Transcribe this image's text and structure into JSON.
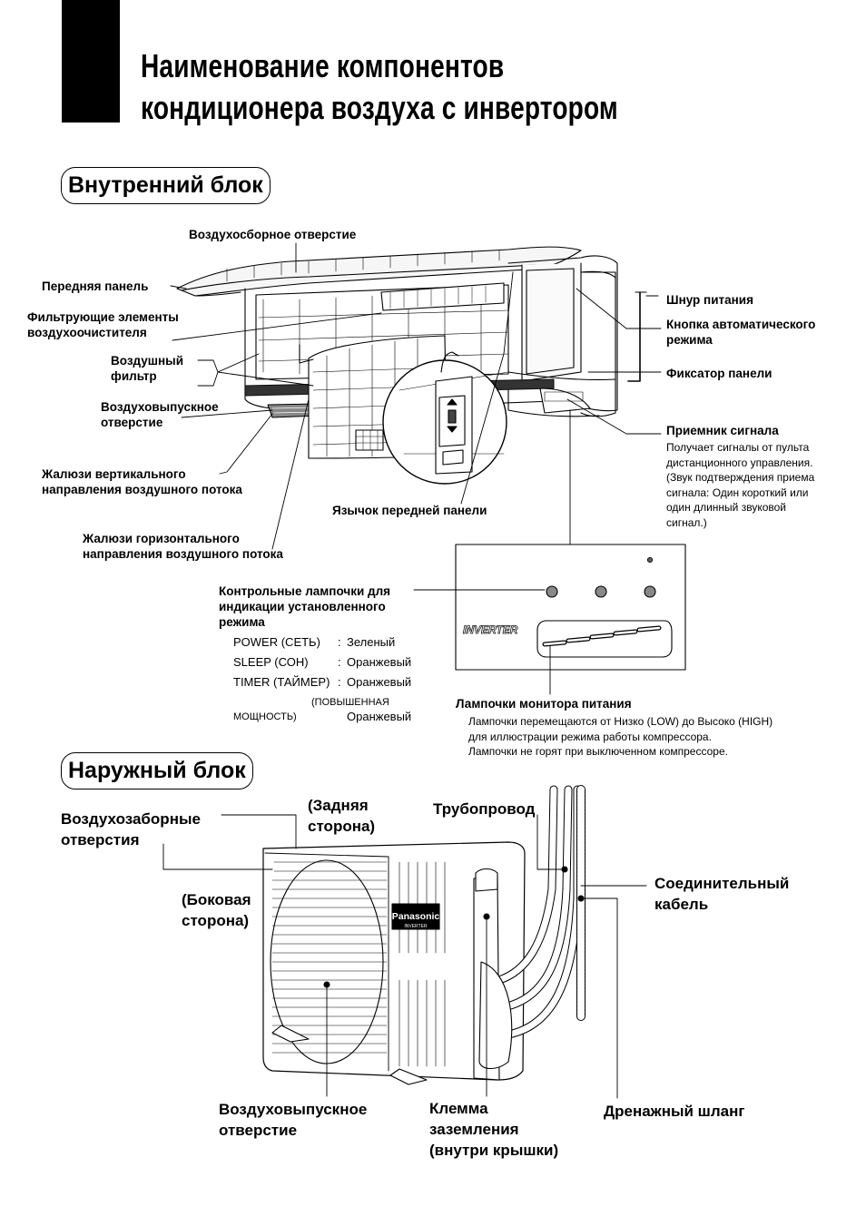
{
  "title": {
    "line1": "Наименование компонентов",
    "line2": "кондиционера воздуха с инвертором"
  },
  "indoor": {
    "heading": "Внутренний блок",
    "labels": {
      "air_intake": "Воздухосборное отверстие",
      "front_panel": "Передняя панель",
      "filter_elements_1": "Фильтрующие элементы",
      "filter_elements_2": "воздухоочистителя",
      "air_filter_1": "Воздушный",
      "air_filter_2": "фильтр",
      "air_outlet_1": "Воздуховыпускное",
      "air_outlet_2": "отверстие",
      "vertical_louver_1": "Жалюзи вертикального",
      "vertical_louver_2": "направления воздушного потока",
      "horizontal_louver_1": "Жалюзи горизонтального",
      "horizontal_louver_2": "направления воздушного потока",
      "front_panel_tab": "Язычок передней панели",
      "power_cord": "Шнур питания",
      "auto_button_1": "Кнопка автоматического",
      "auto_button_2": "режима",
      "panel_latch": "Фиксатор панели",
      "signal_receiver": "Приемник сигнала",
      "signal_receiver_desc": [
        "Получает сигналы от пульта",
        "дистанционного управления.",
        "(Звук подтверждения приема",
        "сигнала: Один короткий или",
        "один длинный звуковой",
        "сигнал.)"
      ],
      "indicator_lamps": [
        "Контрольные лампочки для",
        "индикации установленного",
        "режима"
      ],
      "power_monitor": "Лампочки монитора питания",
      "power_monitor_desc": [
        "Лампочки перемещаются от Низко (LOW) до Высоко (HIGH)",
        "для иллюстрации режима работы компрессора.",
        "Лампочки не горят при выключенном компрессоре."
      ],
      "inverter_badge": "INVERTER"
    },
    "modes": [
      {
        "name": "POWER (СЕТЬ)",
        "sep": ":",
        "color": "Зеленый"
      },
      {
        "name": "SLEEP (СОН)",
        "sep": ":",
        "color": "Оранжевый"
      },
      {
        "name": "TIMER (ТАЙМЕР)",
        "sep": ":",
        "color": "Оранжевый"
      }
    ],
    "mode_power": {
      "name_a": "(ПОВЫШЕННАЯ",
      "name_b": "МОЩНОСТЬ)",
      "color": "Оранжевый"
    }
  },
  "outdoor": {
    "heading": "Наружный блок",
    "labels": {
      "air_inlets_1": "Воздухозаборные",
      "air_inlets_2": "отверстия",
      "rear_side_1": "(Задняя",
      "rear_side_2": "сторона)",
      "side_1": "(Боковая",
      "side_2": "сторона)",
      "piping": "Трубопровод",
      "connecting_cable_1": "Соединительный",
      "connecting_cable_2": "кабель",
      "air_outlet_1": "Воздуховыпускное",
      "air_outlet_2": "отверстие",
      "ground_terminal_1": "Клемма",
      "ground_terminal_2": "заземления",
      "ground_terminal_3": "(внутри крышки)",
      "drain_hose": "Дренажный шланг",
      "brand": "Panasonic",
      "brand_sub": "INVERTER"
    }
  }
}
